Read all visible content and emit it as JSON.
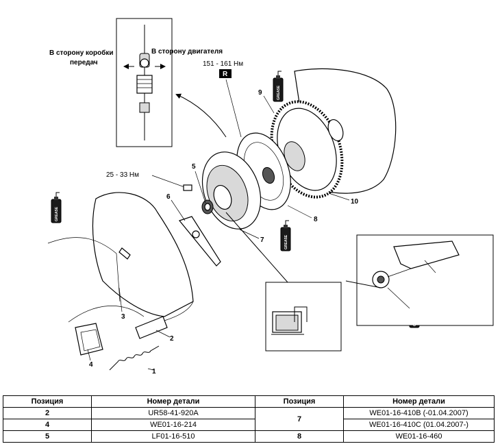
{
  "labels": {
    "toward_gearbox_1": "В сторону коробки",
    "toward_gearbox_2": "передач",
    "toward_engine": "В сторону двигателя",
    "torque_flywheel": "151 - 161 Нм",
    "torque_badge": "R",
    "torque_cover": "25 - 33 Нм",
    "grease": "GREASE",
    "callouts": [
      "1",
      "2",
      "3",
      "4",
      "5",
      "6",
      "7",
      "8",
      "9",
      "10"
    ]
  },
  "table": {
    "headers": [
      "Позиция",
      "Номер детали",
      "Позиция",
      "Номер детали"
    ],
    "rows": [
      {
        "pos_a": "2",
        "num_a": "UR58-41-920A",
        "pos_b": "7",
        "num_b": "WE01-16-410B (-01.04.2007)"
      },
      {
        "pos_a": "4",
        "num_a": "WE01-16-214",
        "pos_b": "",
        "num_b": "WE01-16-410C (01.04.2007-)"
      },
      {
        "pos_a": "5",
        "num_a": "LF01-16-510",
        "pos_b": "8",
        "num_b": "WE01-16-460"
      }
    ]
  }
}
